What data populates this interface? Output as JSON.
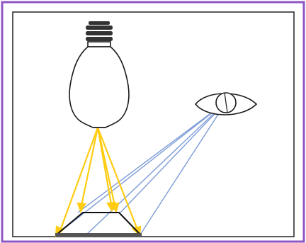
{
  "diagram": {
    "colors": {
      "outer_border": "#8e55c4",
      "inner_border": "#222222",
      "background": "#ffffff",
      "bulb_stroke": "#1a1a1a",
      "light_rays": "#ffcc11",
      "sight_lines": "#7d9cd6",
      "object_fill": "#555555"
    },
    "elements": [
      {
        "name": "light-bulb-icon",
        "interactable": false
      },
      {
        "name": "eye-icon",
        "interactable": false
      },
      {
        "name": "light-rays",
        "interactable": false
      },
      {
        "name": "sight-lines",
        "interactable": false
      },
      {
        "name": "trapezoid-object",
        "interactable": false
      }
    ]
  }
}
